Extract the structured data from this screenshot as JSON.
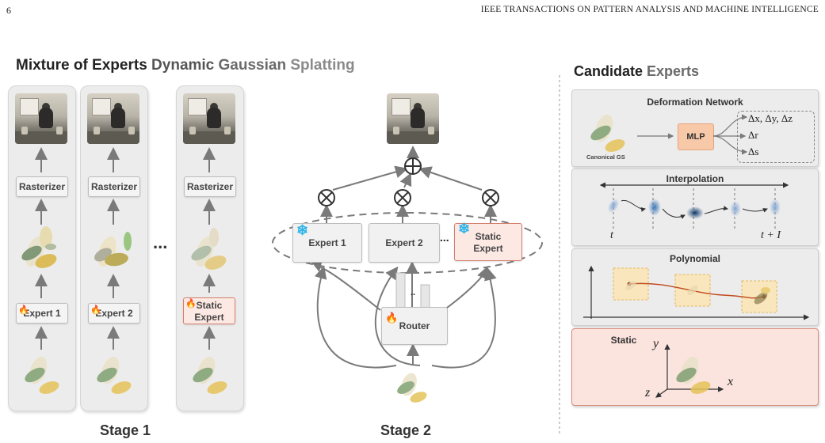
{
  "header": {
    "page_number": "6",
    "journal": "IEEE TRANSACTIONS ON PATTERN ANALYSIS AND MACHINE INTELLIGENCE"
  },
  "figure": {
    "title_part1": "Mixture of Experts ",
    "title_part2": "Dynamic ",
    "title_part3": "Gaussian ",
    "title_part4": "Splatting",
    "side_title_part1": "Candidate ",
    "side_title_part2": "Experts"
  },
  "stage1": {
    "label": "Stage 1",
    "rasterizer_label": "Rasterizer",
    "expert1_label": "Expert 1",
    "expert2_label": "Expert 2",
    "static_expert_line1": "Static",
    "static_expert_line2": "Expert",
    "ellipsis": "..."
  },
  "stage2": {
    "label": "Stage 2",
    "expert1_label": "Expert 1",
    "expert2_label": "Expert 2",
    "static_line1": "Static",
    "static_line2": "Expert",
    "ellipsis": "...",
    "router_label": "Router",
    "router_dots": ".."
  },
  "candidates": {
    "deformation": {
      "title": "Deformation Network",
      "canonical_label": "Canonical GS",
      "mlp_label": "MLP",
      "output1": "Δx, Δy, Δz",
      "output2": "Δr",
      "output3": "Δs"
    },
    "interpolation": {
      "title": "Interpolation",
      "t_start": "t",
      "t_end": "t + I"
    },
    "polynomial": {
      "title": "Polynomial"
    },
    "static": {
      "title": "Static",
      "axis_y": "y",
      "axis_x": "x",
      "axis_z": "z"
    }
  },
  "colors": {
    "arrow": "#7a7a7a",
    "static_fill": "#fde9e4",
    "static_border": "#d57f6d",
    "frozen_icon": "#31b6e8",
    "fire_icon": "#e8751a",
    "mlp_fill": "#f7c9a8",
    "polynomial_curve": "#c04a1e"
  }
}
